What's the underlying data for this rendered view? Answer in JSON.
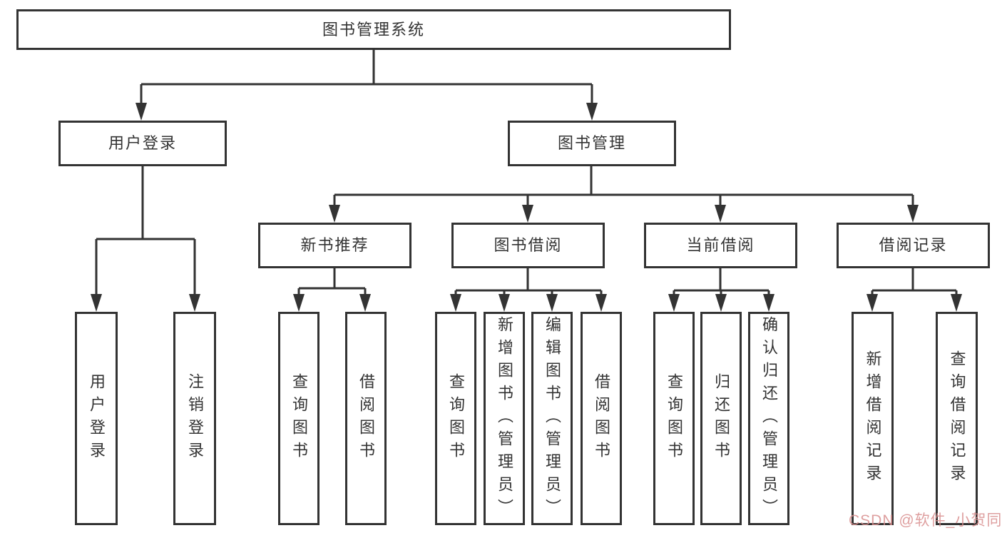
{
  "diagram": {
    "type": "hierarchy-tree",
    "root": {
      "label": "图书管理系统",
      "children": [
        {
          "label": "用户登录",
          "children": [
            {
              "label": "用户登录"
            },
            {
              "label": "注销登录"
            }
          ]
        },
        {
          "label": "图书管理",
          "children": [
            {
              "label": "新书推荐",
              "children": [
                {
                  "label": "查询图书"
                },
                {
                  "label": "借阅图书"
                }
              ]
            },
            {
              "label": "图书借阅",
              "children": [
                {
                  "label": "查询图书"
                },
                {
                  "label": "新增图书（管理员）"
                },
                {
                  "label": "编辑图书（管理员）"
                },
                {
                  "label": "借阅图书"
                }
              ]
            },
            {
              "label": "当前借阅",
              "children": [
                {
                  "label": "查询图书"
                },
                {
                  "label": "归还图书"
                },
                {
                  "label": "确认归还（管理员）"
                }
              ]
            },
            {
              "label": "借阅记录",
              "children": [
                {
                  "label": "新增借阅记录"
                },
                {
                  "label": "查询借阅记录"
                }
              ]
            }
          ]
        }
      ]
    }
  },
  "watermark": {
    "text": "CSDN @软件_小贺同学",
    "color": "#d88e8e"
  },
  "colors": {
    "line": "#333333",
    "box_border": "#333333",
    "text": "#333333",
    "background": "#ffffff"
  }
}
